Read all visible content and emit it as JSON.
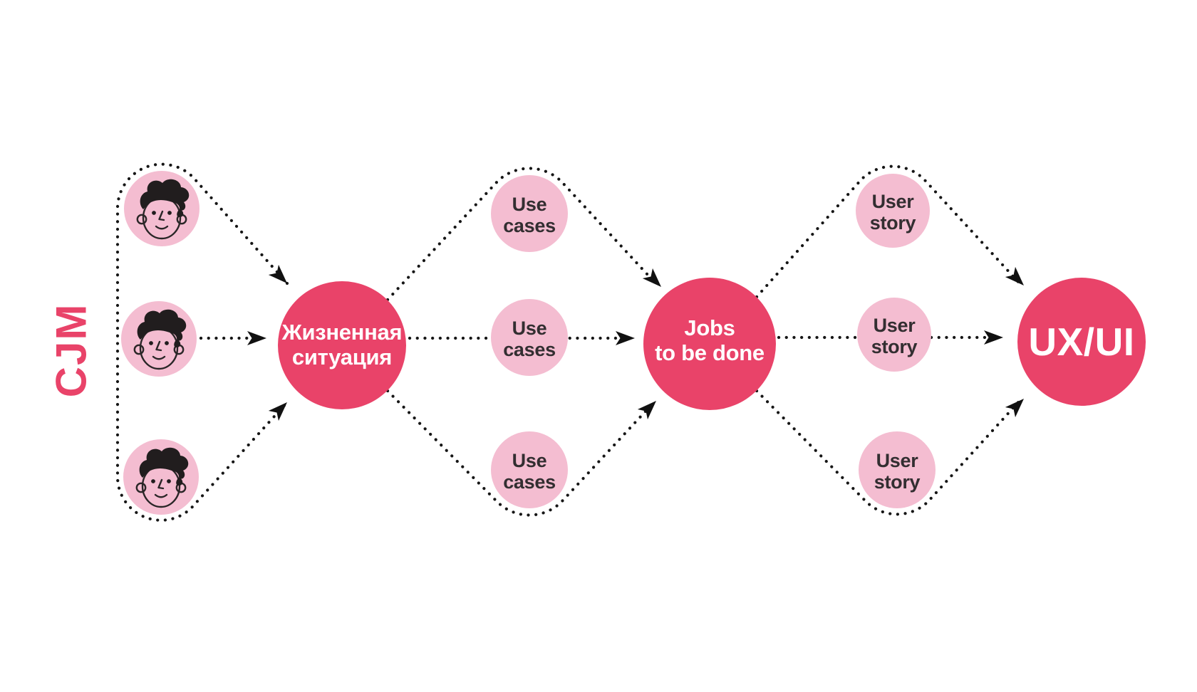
{
  "title": {
    "label": "CJM"
  },
  "colors": {
    "accent": "#E94369",
    "light_pink": "#F4BDD1",
    "dot_line": "#161616",
    "arrow": "#111111",
    "text_dark": "#332E31",
    "text_light": "#FFFFFF",
    "hair": "#211D1E",
    "background": "#FFFFFF"
  },
  "nodes": {
    "life_situation": {
      "line1": "Жизненная",
      "line2": "ситуация"
    },
    "use_cases": {
      "line1": "Use",
      "line2": "cases"
    },
    "jobs_to_be_done": {
      "line1": "Jobs",
      "line2": "to be done"
    },
    "user_story": {
      "line1": "User",
      "line2": "story"
    },
    "ux_ui": {
      "label": "UX/UI"
    }
  }
}
